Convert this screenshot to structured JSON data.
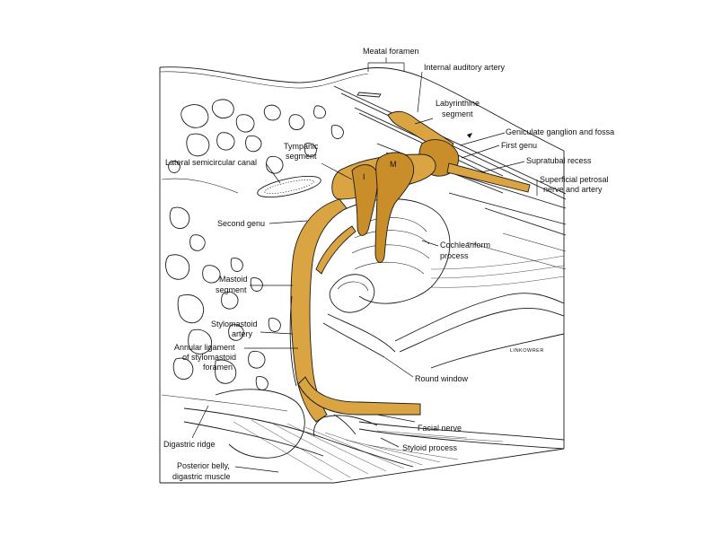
{
  "labels": {
    "meatal_foramen": "Meatal foramen",
    "internal_auditory_artery": "Internal auditory artery",
    "labyrinthine_segment_1": "Labyrinthine",
    "labyrinthine_segment_2": "segment",
    "geniculate_ganglion": "Geniculate ganglion and fossa",
    "first_genu": "First genu",
    "supratubal_recess": "Supratubal recess",
    "superficial_petrosal_1": "Superficial petrosal",
    "superficial_petrosal_2": "nerve and artery",
    "tympanic_segment_1": "Tympanic",
    "tympanic_segment_2": "segment",
    "lateral_semicircular_canal": "Lateral semicircular canal",
    "second_genu": "Second genu",
    "cochleariform_1": "Cochleariform",
    "cochleariform_2": "process",
    "mastoid_segment_1": "Mastoid",
    "mastoid_segment_2": "segment",
    "stylomastoid_artery_1": "Stylomastoid",
    "stylomastoid_artery_2": "artery",
    "annular_ligament_1": "Annular ligament",
    "annular_ligament_2": "of stylomastoid",
    "annular_ligament_3": "foramen",
    "round_window": "Round window",
    "facial_nerve": "Facial nerve",
    "styloid_process": "Styloid process",
    "digastric_ridge": "Digastric ridge",
    "posterior_belly_1": "Posterior belly,",
    "posterior_belly_2": "digastric muscle",
    "ossicle_i": "I",
    "ossicle_m": "M",
    "artist_signature": "LINKOWRER"
  },
  "colors": {
    "nerve": "#d9a441",
    "ink": "#1a1a1a",
    "background": "#ffffff"
  }
}
